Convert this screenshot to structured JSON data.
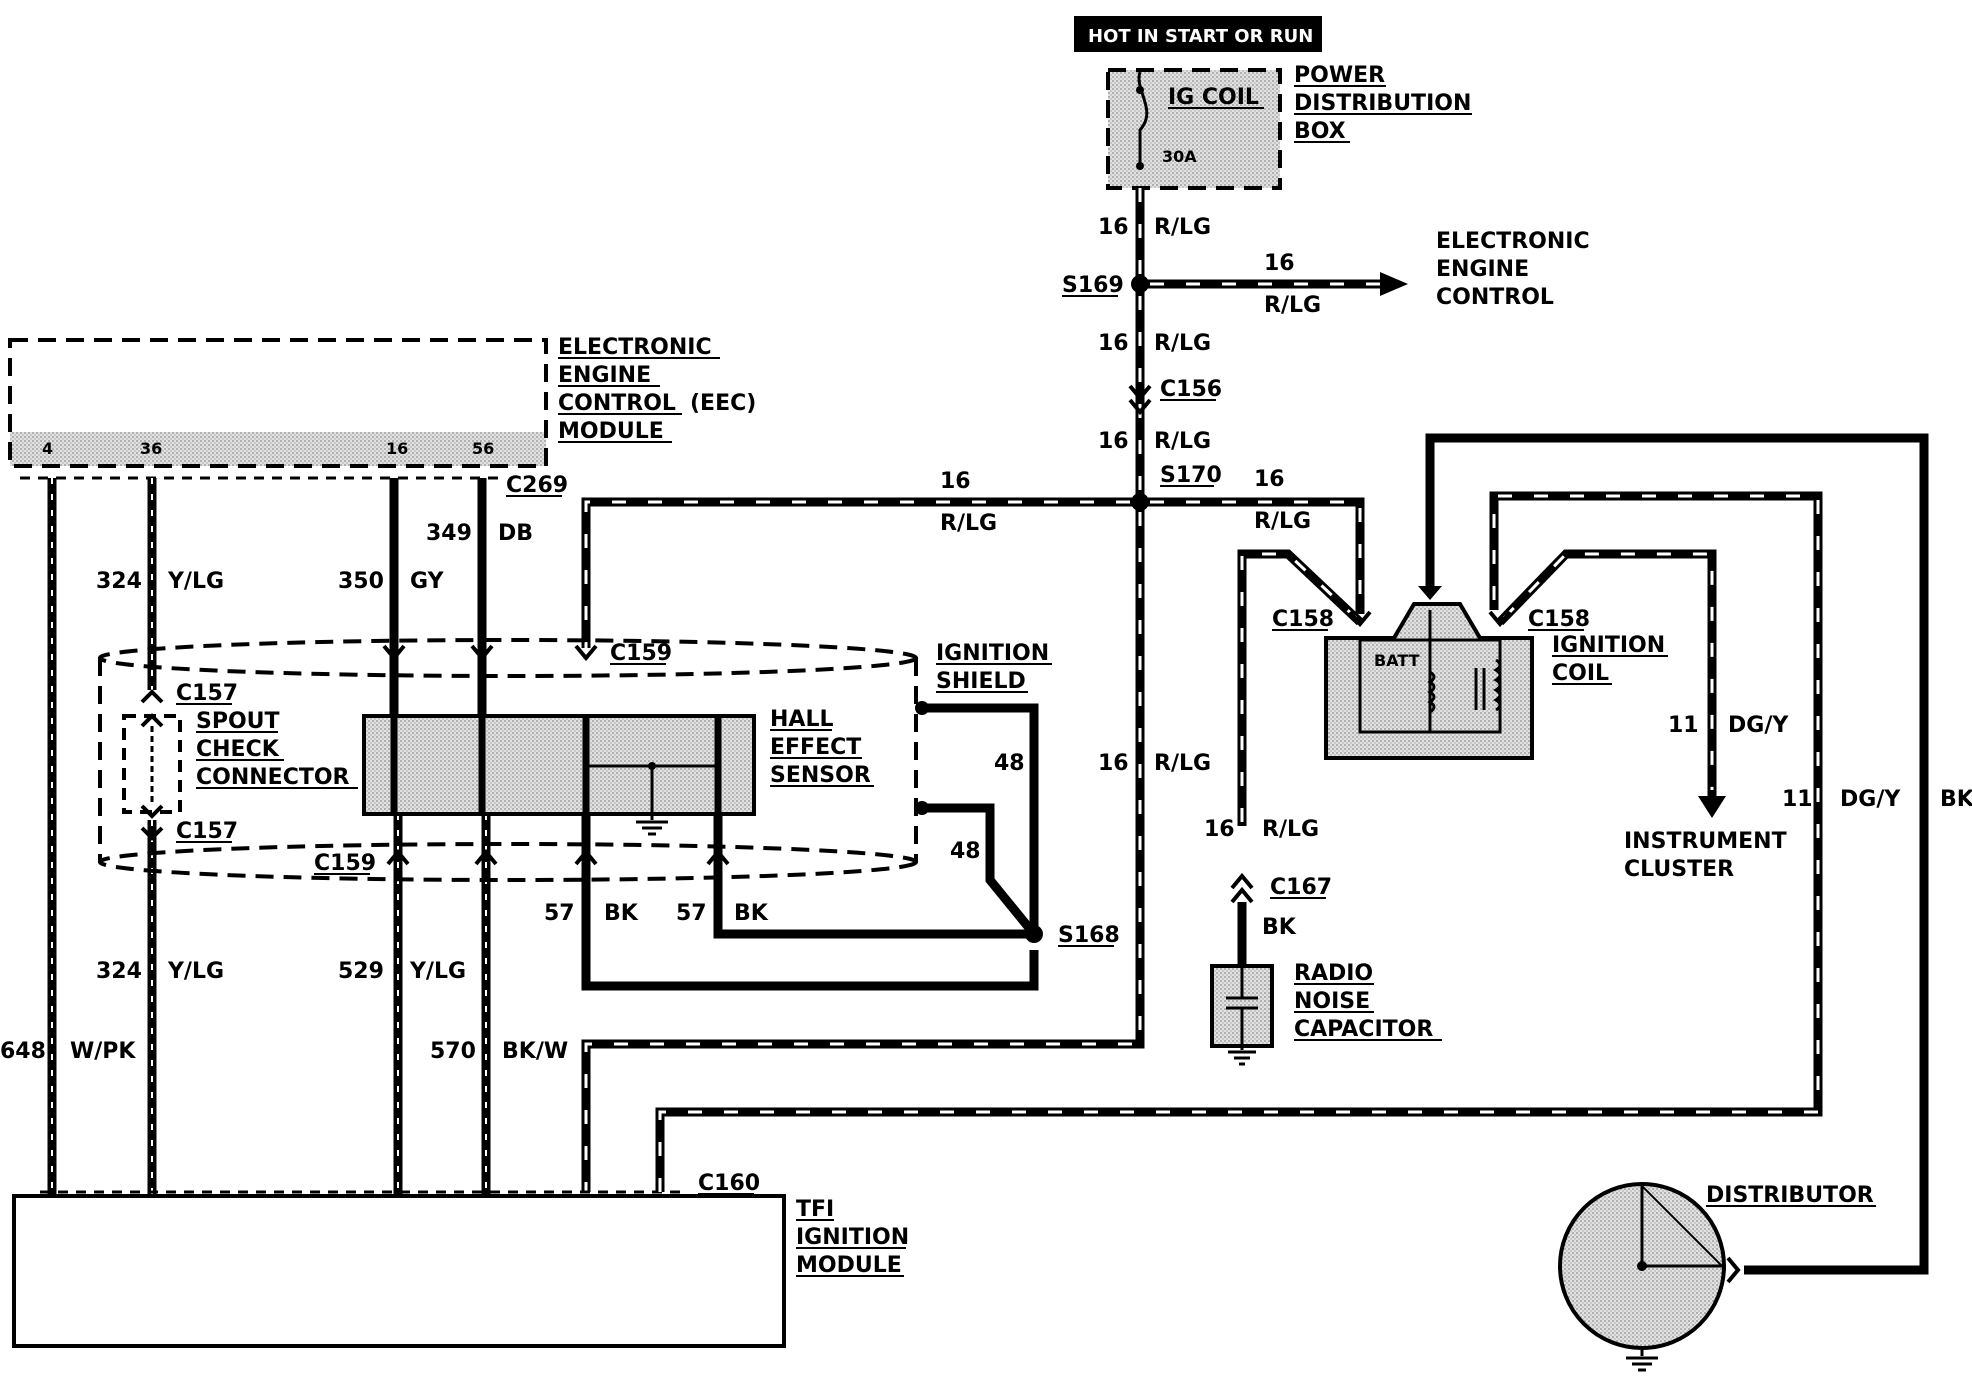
{
  "header": {
    "hot_label": "HOT IN START OR RUN"
  },
  "components": {
    "pdb": {
      "line1": "POWER",
      "line2": "DISTRIBUTION",
      "line3": "BOX",
      "fuse": "IG COIL",
      "rating": "30A"
    },
    "eec_top": {
      "line1": "ELECTRONIC",
      "line2": "ENGINE",
      "line3": "CONTROL"
    },
    "eec_module": {
      "line1": "ELECTRONIC",
      "line2": "ENGINE",
      "line3": "CONTROL",
      "line3b": "(EEC)",
      "line4": "MODULE",
      "pin_a": "4",
      "pin_b": "36",
      "pin_c": "16",
      "pin_d": "56"
    },
    "ignition_shield": {
      "line1": "IGNITION",
      "line2": "SHIELD"
    },
    "hall_sensor": {
      "line1": "HALL",
      "line2": "EFFECT",
      "line3": "SENSOR"
    },
    "spout": {
      "line1": "SPOUT",
      "line2": "CHECK",
      "line3": "CONNECTOR"
    },
    "ignition_coil": {
      "line1": "IGNITION",
      "line2": "COIL",
      "batt": "BATT"
    },
    "instrument_cluster": {
      "line1": "INSTRUMENT",
      "line2": "CLUSTER"
    },
    "radio_cap": {
      "line1": "RADIO",
      "line2": "NOISE",
      "line3": "CAPACITOR"
    },
    "tfi_module": {
      "line1": "TFI",
      "line2": "IGNITION",
      "line3": "MODULE"
    },
    "distributor": {
      "label": "DISTRIBUTOR"
    }
  },
  "connectors": {
    "s169": "S169",
    "c156": "C156",
    "s170": "S170",
    "c269": "C269",
    "c159_top": "C159",
    "c159_bot": "C159",
    "c157_top": "C157",
    "c157_bot": "C157",
    "c158_left": "C158",
    "c158_right": "C158",
    "s168": "S168",
    "c167": "C167",
    "c160": "C160"
  },
  "wires": {
    "rlg_16_a": {
      "gauge": "16",
      "color": "R/LG"
    },
    "rlg_16_branch": {
      "gauge": "16",
      "color": "R/LG"
    },
    "rlg_16_b": {
      "gauge": "16",
      "color": "R/LG"
    },
    "rlg_16_c": {
      "gauge": "16",
      "color": "R/LG"
    },
    "rlg_16_left": {
      "gauge": "16",
      "color": "R/LG"
    },
    "rlg_16_right": {
      "gauge": "16",
      "color": "R/LG"
    },
    "rlg_16_down": {
      "gauge": "16",
      "color": "R/LG"
    },
    "rlg_16_cap": {
      "gauge": "16",
      "color": "R/LG"
    },
    "bk_cap": {
      "color": "BK"
    },
    "ylg_324_a": {
      "gauge": "324",
      "color": "Y/LG"
    },
    "ylg_324_b": {
      "gauge": "324",
      "color": "Y/LG"
    },
    "gy_350": {
      "gauge": "350",
      "color": "GY"
    },
    "db_349": {
      "gauge": "349",
      "color": "DB"
    },
    "ylg_529": {
      "gauge": "529",
      "color": "Y/LG"
    },
    "bkw_570": {
      "gauge": "570",
      "color": "BK/W"
    },
    "wpk_648": {
      "gauge": "648",
      "color": "W/PK"
    },
    "bk_57_a": {
      "gauge": "57",
      "color": "BK"
    },
    "bk_57_b": {
      "gauge": "57",
      "color": "BK"
    },
    "shield_48_a": {
      "gauge": "48"
    },
    "shield_48_b": {
      "gauge": "48"
    },
    "dgy_11_a": {
      "gauge": "11",
      "color": "DG/Y"
    },
    "dgy_11_b": {
      "gauge": "11",
      "color": "DG/Y"
    },
    "bk_dist": {
      "color": "BK"
    }
  }
}
